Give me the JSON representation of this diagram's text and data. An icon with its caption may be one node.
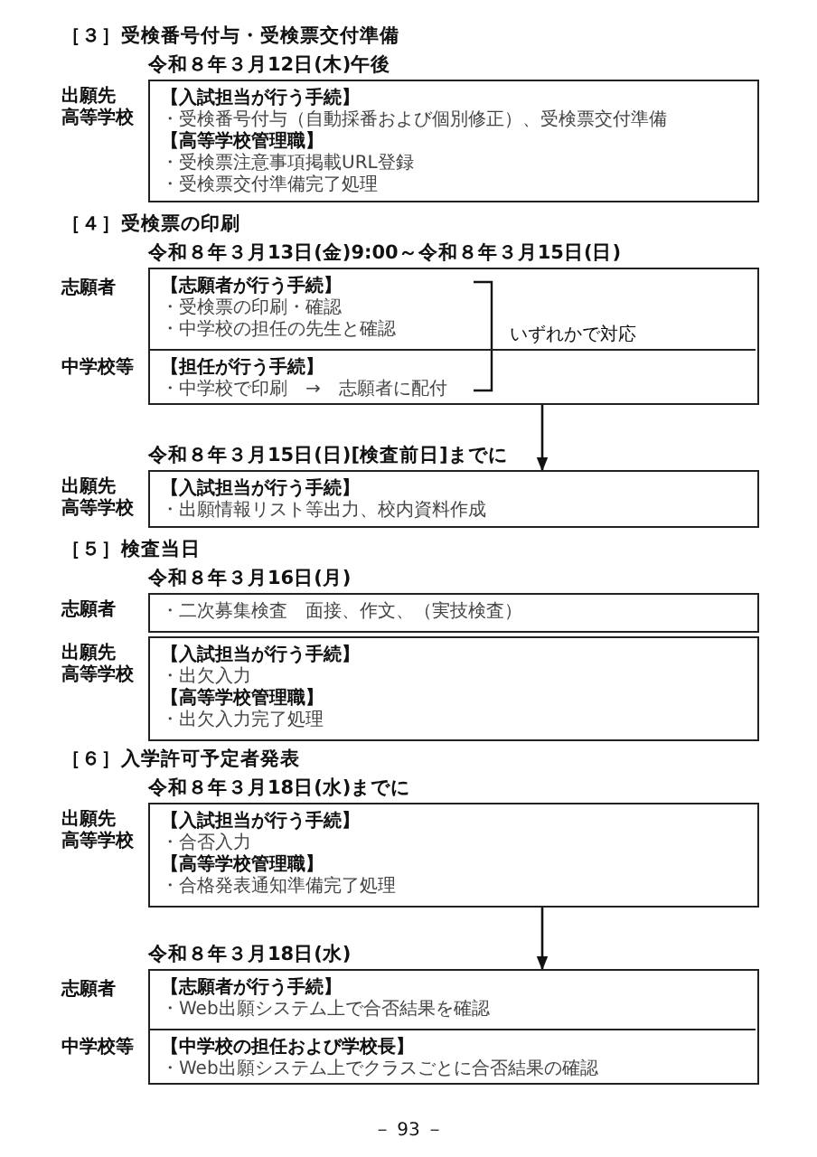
{
  "diagram": {
    "nodes": [
      {
        "text": [
          "【入試担当が行う手続】",
          "・受検番号付与（自動採番および個別修正）、受検票交付準備",
          "【高等学校管理職】",
          "・受検票注意事項掲載URL登録",
          "・受検票交付準備完了処理"
        ],
        "beside": [
          "出願先",
          "高等学校"
        ]
      },
      {
        "text": [],
        "shape": "box"
      },
      {
        "text": [
          "【志願者が行う手続】",
          "・受検票の印刷・確認",
          "・中学校の担任の先生と確認"
        ],
        "beside": [
          "志願者"
        ],
        "in": 1
      },
      {
        "text": [
          "【担任が行う手続】",
          "・中学校で印刷　→　志願者に配付"
        ],
        "beside": [
          "中学校等"
        ],
        "in": 1
      },
      {
        "text": [
          "【入試担当が行う手続】",
          "・出願情報リスト等出力、校内資料作成"
        ],
        "beside": [
          "出願先",
          "高等学校"
        ]
      },
      {
        "text": [
          "・二次募集検査　面接、作文、（実技検査）"
        ],
        "beside": [
          "志願者"
        ]
      },
      {
        "text": [
          "【入試担当が行う手続】",
          "・出欠入力",
          "【高等学校管理職】",
          "・出欠入力完了処理"
        ],
        "beside": [
          "出願先",
          "高等学校"
        ]
      },
      {
        "text": [
          "【入試担当が行う手続】",
          "・合否入力",
          "【高等学校管理職】",
          "・合格発表通知準備完了処理"
        ],
        "beside": [
          "出願先",
          "高等学校"
        ]
      },
      {
        "text": [],
        "shape": "box"
      },
      {
        "text": [
          "【志願者が行う手続】",
          "・Web出願システム上で合否結果を確認"
        ],
        "beside": [
          "志願者"
        ],
        "in": 8
      },
      {
        "text": [
          "【中学校の担任および学校長】",
          "・Web出願システム上でクラスごとに合否結果の確認"
        ],
        "beside": [
          "中学校等"
        ],
        "in": 8
      }
    ],
    "edges": [
      {
        "from": 1,
        "to": 4,
        "arrow": "to"
      },
      {
        "from": 7,
        "to": 8,
        "arrow": "to"
      }
    ],
    "labels": [
      "［３］受検番号付与・受検票交付準備",
      "令和８年３月12日(木)午後",
      "［４］受検票の印刷",
      "令和８年３月13日(金)9:00～令和８年３月15日(日)",
      "いずれかで対応",
      "令和８年３月15日(日)[検査前日]までに",
      "［５］検査当日",
      "令和８年３月16日(月)",
      "［６］入学許可予定者発表",
      "令和８年３月18日(水)までに",
      "令和８年３月18日(水)",
      "－ 93 －"
    ]
  }
}
